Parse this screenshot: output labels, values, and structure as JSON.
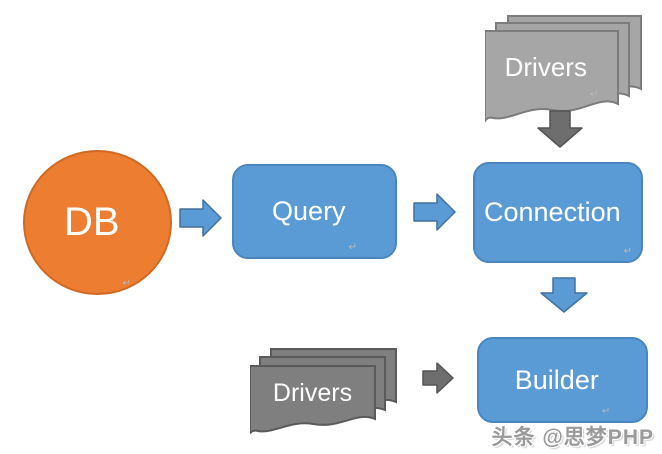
{
  "diagram": {
    "paragraph_mark": "↵",
    "nodes": {
      "db": {
        "label": "DB",
        "shape": "circle",
        "fill": "#ED7D31"
      },
      "query": {
        "label": "Query",
        "shape": "rounded-rect",
        "fill": "#5B9BD5"
      },
      "connection": {
        "label": "Connection",
        "shape": "rounded-rect",
        "fill": "#5B9BD5"
      },
      "builder": {
        "label": "Builder",
        "shape": "rounded-rect",
        "fill": "#5B9BD5"
      },
      "drivers_top": {
        "label": "Drivers",
        "shape": "document-stack",
        "fill": "#A6A6A6"
      },
      "drivers_bottom": {
        "label": "Drivers",
        "shape": "document-stack",
        "fill": "#7F7F7F"
      }
    },
    "edges": [
      {
        "from": "db",
        "to": "query",
        "direction": "right",
        "color": "#5B9BD5"
      },
      {
        "from": "query",
        "to": "connection",
        "direction": "right",
        "color": "#5B9BD5"
      },
      {
        "from": "drivers_top",
        "to": "connection",
        "direction": "down",
        "color": "#6E6E6E"
      },
      {
        "from": "connection",
        "to": "builder",
        "direction": "down",
        "color": "#5B9BD5"
      },
      {
        "from": "drivers_bottom",
        "to": "builder",
        "direction": "right",
        "color": "#6E6E6E"
      }
    ]
  },
  "watermark": {
    "text": "头条 @思梦PHP",
    "color": "#9a9a9a"
  }
}
